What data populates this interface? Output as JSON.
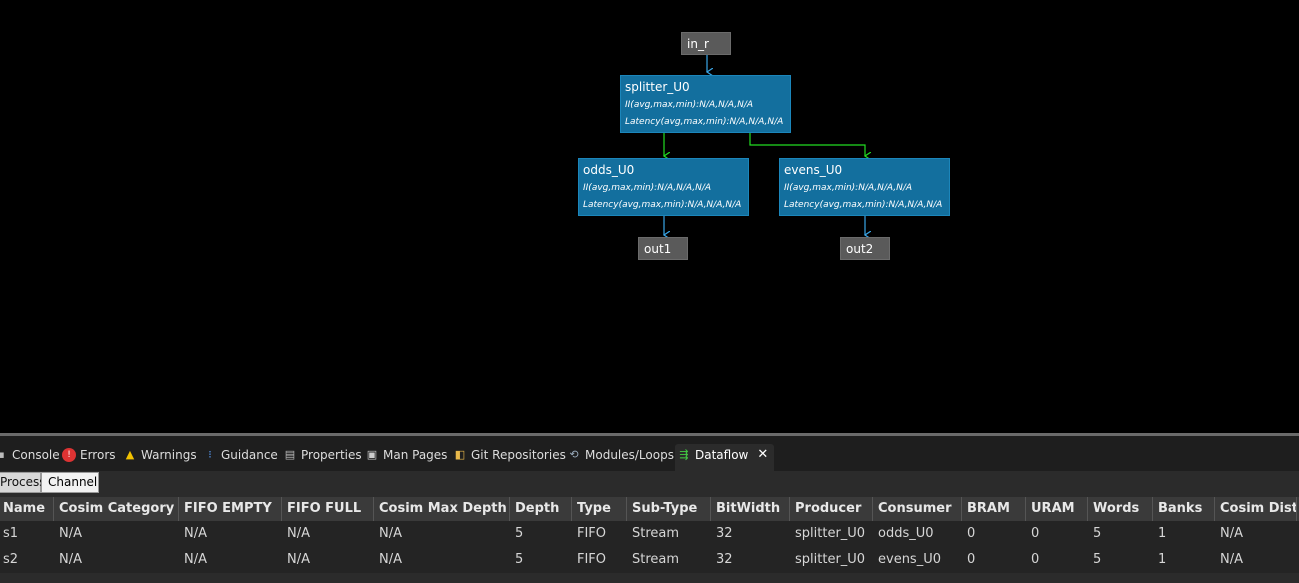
{
  "graph": {
    "ports": {
      "in_r": "in_r",
      "out1": "out1",
      "out2": "out2"
    },
    "processes": {
      "splitter": {
        "name": "splitter_U0",
        "ii": "II(avg,max,min):N/A,N/A,N/A",
        "latency": "Latency(avg,max,min):N/A,N/A,N/A"
      },
      "odds": {
        "name": "odds_U0",
        "ii": "II(avg,max,min):N/A,N/A,N/A",
        "latency": "Latency(avg,max,min):N/A,N/A,N/A"
      },
      "evens": {
        "name": "evens_U0",
        "ii": "II(avg,max,min):N/A,N/A,N/A",
        "latency": "Latency(avg,max,min):N/A,N/A,N/A"
      }
    },
    "colors": {
      "port_edge": "#3aa7e8",
      "channel_edge": "#22dd22",
      "process_fill": "#136f9e"
    }
  },
  "tabs": [
    {
      "label": "Console",
      "icon": "console-icon"
    },
    {
      "label": "Errors",
      "icon": "errors-icon"
    },
    {
      "label": "Warnings",
      "icon": "warnings-icon"
    },
    {
      "label": "Guidance",
      "icon": "guidance-icon"
    },
    {
      "label": "Properties",
      "icon": "properties-icon"
    },
    {
      "label": "Man Pages",
      "icon": "man-pages-icon"
    },
    {
      "label": "Git Repositories",
      "icon": "git-icon"
    },
    {
      "label": "Modules/Loops",
      "icon": "modules-loops-icon"
    },
    {
      "label": "Dataflow",
      "icon": "dataflow-icon",
      "active": true
    }
  ],
  "subtabs": {
    "process": "Process",
    "channel": "Channel",
    "selected": "Channel"
  },
  "table": {
    "columns": [
      "Name",
      "Cosim Category",
      "FIFO EMPTY",
      "FIFO FULL",
      "Cosim Max Depth",
      "Depth",
      "Type",
      "Sub-Type",
      "BitWidth",
      "Producer",
      "Consumer",
      "BRAM",
      "URAM",
      "Words",
      "Banks",
      "Cosim Distri"
    ],
    "rows": [
      [
        "s1",
        "N/A",
        "N/A",
        "N/A",
        "N/A",
        "5",
        "FIFO",
        "Stream",
        "32",
        "splitter_U0",
        "odds_U0",
        "0",
        "0",
        "5",
        "1",
        "N/A"
      ],
      [
        "s2",
        "N/A",
        "N/A",
        "N/A",
        "N/A",
        "5",
        "FIFO",
        "Stream",
        "32",
        "splitter_U0",
        "evens_U0",
        "0",
        "0",
        "5",
        "1",
        "N/A"
      ]
    ]
  }
}
